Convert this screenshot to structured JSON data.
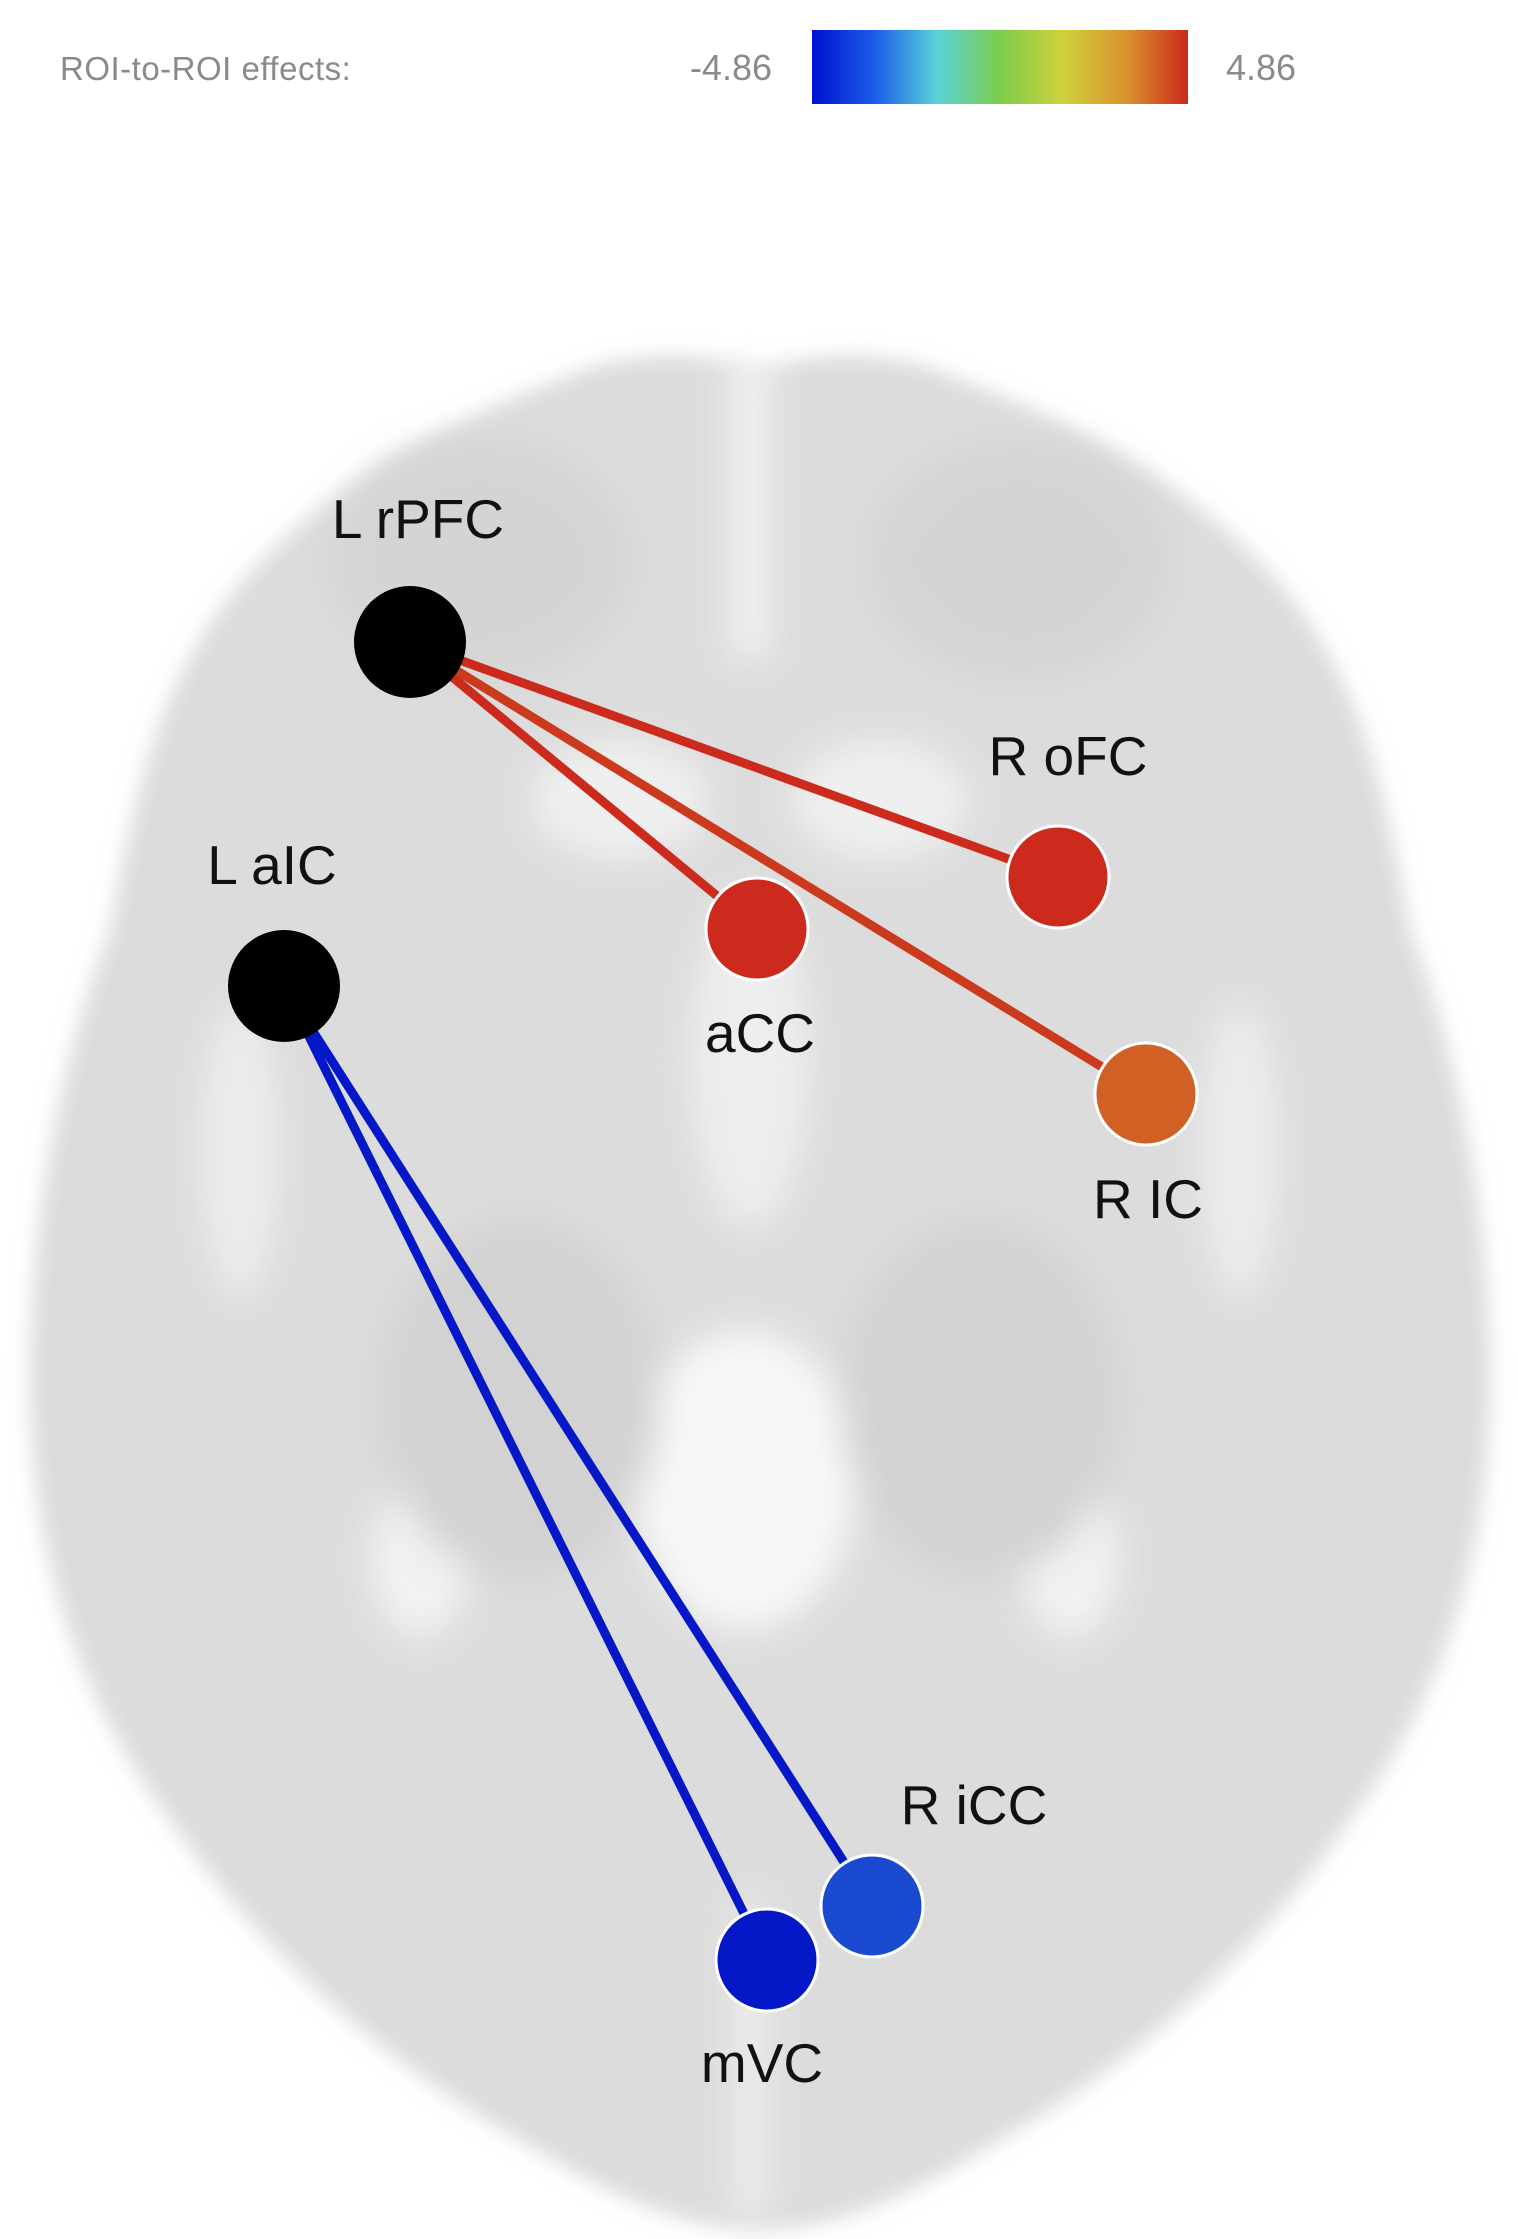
{
  "legend": {
    "title": "ROI-to-ROI effects:",
    "min_label": "-4.86",
    "max_label": "4.86",
    "colormap": [
      "#0010d0",
      "#1a5ee8",
      "#5ad2d8",
      "#7ccd4a",
      "#cfd03c",
      "#d9942e",
      "#cc2a1c"
    ]
  },
  "nodes": [
    {
      "id": "lrpfc",
      "label": "L rPFC",
      "color": "#000000"
    },
    {
      "id": "lalc",
      "label": "L aIC",
      "color": "#000000"
    },
    {
      "id": "rofc",
      "label": "R oFC",
      "color": "#cc2a1c"
    },
    {
      "id": "acc",
      "label": "aCC",
      "color": "#cc2a1c"
    },
    {
      "id": "ric",
      "label": "R IC",
      "color": "#d06024"
    },
    {
      "id": "ricc",
      "label": "R iCC",
      "color": "#1a4ad0"
    },
    {
      "id": "mvc",
      "label": "mVC",
      "color": "#0418c8"
    }
  ],
  "edges": [
    {
      "from": "lrpfc",
      "to": "rofc",
      "color": "#cc2a1c"
    },
    {
      "from": "lrpfc",
      "to": "acc",
      "color": "#cc2a1c"
    },
    {
      "from": "lrpfc",
      "to": "ric",
      "color": "#cc3a1e"
    },
    {
      "from": "lalc",
      "to": "mvc",
      "color": "#0418c8"
    },
    {
      "from": "lalc",
      "to": "ricc",
      "color": "#0418c8"
    }
  ]
}
